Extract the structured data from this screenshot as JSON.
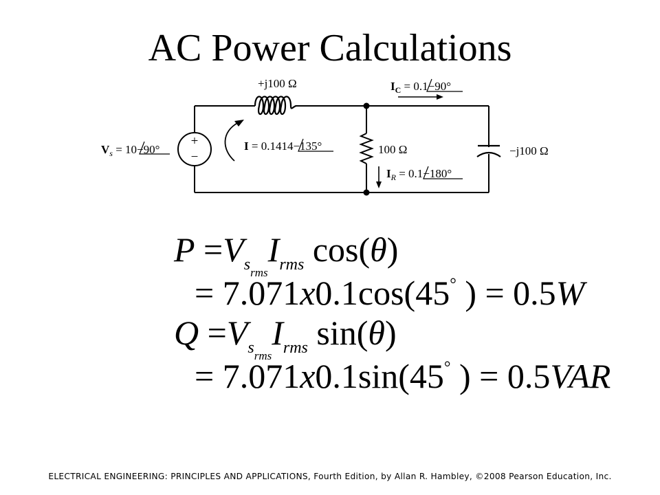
{
  "slide": {
    "title": "AC Power Calculations",
    "footer": "ELECTRICAL ENGINEERING: PRINCIPLES AND APPLICATIONS, Fourth Edition, by Allan R. Hambley, ©2008 Pearson Education, Inc."
  },
  "circuit": {
    "source_label": {
      "symbol": "V",
      "subscript": "s",
      "value": " = 10",
      "angle": "−90°"
    },
    "source_plus": "+",
    "source_minus": "−",
    "inductor_label": "+j100 Ω",
    "loop_current": {
      "symbol": "I",
      "value": " = 0.1414",
      "angle": "−135°"
    },
    "capacitor_current": {
      "symbol": "I",
      "subscript": "C",
      "value": " = 0.1",
      "angle": "−90°"
    },
    "resistor_label": "100 Ω",
    "resistor_current": {
      "symbol": "I",
      "subscript": "R",
      "value": " = 0.1",
      "angle": "−180°"
    },
    "capacitor_label": "−j100 Ω"
  },
  "equations": {
    "p_line1": {
      "lhs": "P",
      "eq": " =",
      "v": "V",
      "v_sub": "s",
      "v_subsub": "rms",
      "i": "I",
      "i_sub": "rms",
      "fn": " cos(",
      "arg": "θ",
      "close": ")"
    },
    "p_line2": {
      "eq": "= 7.071",
      "x": "x",
      "rest": "0.1cos(45",
      "deg": "°",
      "close": " ) = 0.5",
      "unit": "W"
    },
    "q_line1": {
      "lhs": "Q",
      "eq": " =",
      "v": "V",
      "v_sub": "s",
      "v_subsub": "rms",
      "i": "I",
      "i_sub": "rms",
      "fn": " sin(",
      "arg": "θ",
      "close": ")"
    },
    "q_line2": {
      "eq": "= 7.071",
      "x": "x",
      "rest": "0.1sin(45",
      "deg": "°",
      "close": " ) = 0.5",
      "unit": "VAR"
    }
  },
  "colors": {
    "text": "#000000",
    "background": "#ffffff",
    "circuit_background": "#ffffff"
  }
}
